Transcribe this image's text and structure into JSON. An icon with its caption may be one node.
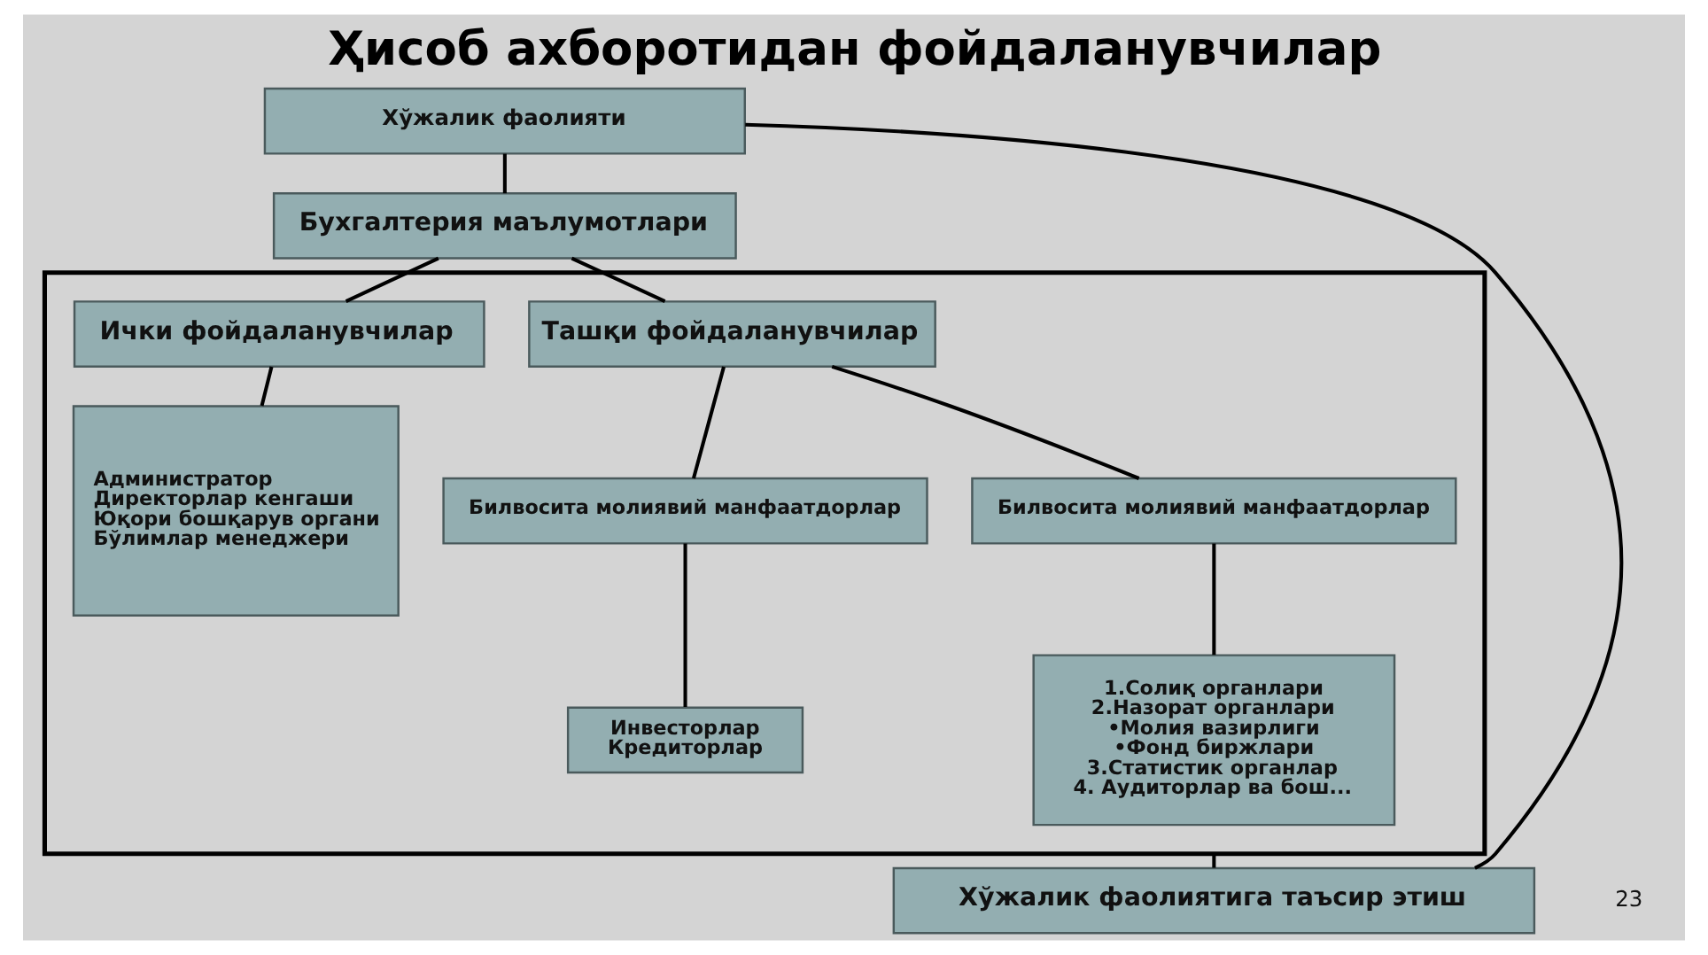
{
  "diagram": {
    "title": "Ҳисоб ахборотидан фойдаланувчилар",
    "nodes": [
      {
        "text": [
          "Хўжалик фаолияти"
        ]
      },
      {
        "text": [
          "Бухгалтерия маълумотлари"
        ]
      },
      {
        "text": [],
        "shape": "box"
      },
      {
        "text": [
          "Ички фойдаланувчилар"
        ],
        "in": 2
      },
      {
        "text": [
          "Администратор",
          "Директорлар кенгаши",
          "Юқори бошқарув органи",
          "Бўлимлар менеджери"
        ],
        "in": 2
      },
      {
        "text": [
          "Ташқи фойдаланувчилар"
        ],
        "in": 2
      },
      {
        "text": [
          "Билвосита молиявий манфаатдорлар"
        ],
        "in": 2
      },
      {
        "text": [
          "Инвесторлар",
          "Кредиторлар"
        ],
        "in": 2
      },
      {
        "text": [
          "Билвосита молиявий манфаатдорлар"
        ],
        "in": 2
      },
      {
        "text": [
          "1.Солиқ органлари",
          "2.Назорат органлари",
          "•Молия вазирлиги",
          "•Фонд биржлари",
          "3.Статистик органлар",
          "4. Аудиторлар ва бош..."
        ],
        "in": 2
      },
      {
        "text": [
          "Хўжалик фаолиятига таъсир этиш"
        ]
      }
    ],
    "edges": [
      {
        "from": 0,
        "to": 1,
        "arrow": "none"
      },
      {
        "from": 1,
        "to": 3,
        "arrow": "none"
      },
      {
        "from": 1,
        "to": 5,
        "arrow": "none"
      },
      {
        "from": 3,
        "to": 4,
        "arrow": "none"
      },
      {
        "from": 5,
        "to": 6,
        "arrow": "none"
      },
      {
        "from": 5,
        "to": 8,
        "arrow": "none"
      },
      {
        "from": 6,
        "to": 7,
        "arrow": "none"
      },
      {
        "from": 8,
        "to": 9,
        "arrow": "none"
      },
      {
        "from": 2,
        "to": 10,
        "arrow": "none"
      },
      {
        "from": 0,
        "to": 10,
        "arrow": "none"
      }
    ],
    "labels": [
      "23"
    ]
  }
}
